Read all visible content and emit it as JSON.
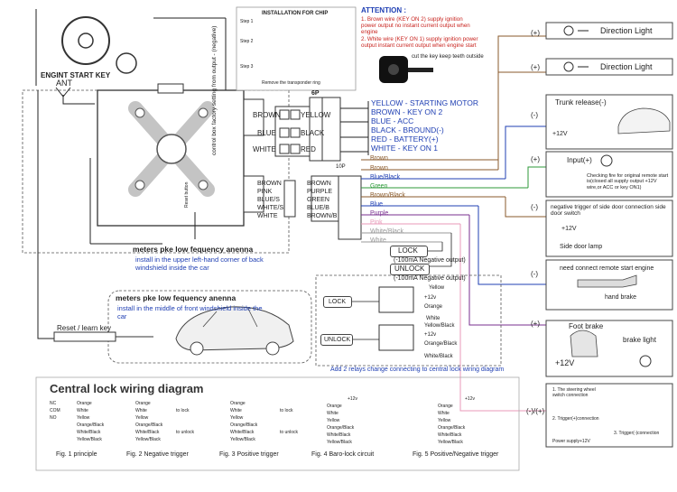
{
  "install_chip": {
    "title": "INSTALLATION FOR CHIP",
    "step1": "Step 1",
    "step2": "Step 2",
    "step3": "Step 3",
    "remove_text": "Remove the transponder ring"
  },
  "engine_start": {
    "label": "ENGINT START KEY",
    "ant": "ANT"
  },
  "attention": {
    "title": "ATTENTION :",
    "note1": "1. Brown wire (KEY ON 2) supply ignition power output no instant current output when engine",
    "note2": "2. White wire (KEY ON 1) supply ignition power output instant current output when engine start",
    "key_note": "cut the key keep teeth outside"
  },
  "control_box": {
    "label": "control box factory setting from output - (negative)",
    "reset_button": "Reset button"
  },
  "connector_6p": {
    "pin_label": "6P",
    "left": [
      "BROWN",
      "BLUE",
      "WHITE"
    ],
    "right": [
      "YELLOW",
      "BLACK",
      "RED"
    ]
  },
  "main_wires": [
    "YELLOW - STARTING MOTOR",
    "BROWN - KEY ON 2",
    "BLUE - ACC",
    "BLACK - BROUND(-)",
    "RED - BATTERY(+)",
    "WHITE - KEY ON 1"
  ],
  "connector_10p": {
    "pin_label": "10P",
    "left": [
      "BROWN",
      "PINK",
      "BLUE/S",
      "WHITE/S",
      "WHITE"
    ],
    "right": [
      "BROWN",
      "PURPLE",
      "GREEN",
      "BLUE/B",
      "BROWN/B"
    ]
  },
  "aux_wires": [
    "Brown",
    "Brown",
    "Blue/Black",
    "Green",
    "Brown/Black",
    "Blue",
    "Purple",
    "Pink",
    "White/Black",
    "White"
  ],
  "lock_outputs": {
    "lock": "LOCK",
    "lock_note": "(-100mA Negative output)",
    "unlock": "UNLOCK",
    "unlock_note": "(-100mA Negative output)"
  },
  "antenna1": {
    "title": "meters pke low fequency anenna",
    "desc": "install in the upper left-hand corner of back windshield inside the car"
  },
  "antenna2": {
    "title": "meters pke low fequency anenna",
    "desc": "install in the middle of front windshield inside the car"
  },
  "reset_key": "Reset / learn key",
  "relays": {
    "lock": "LOCK",
    "unlock": "UNLOCK",
    "yellow": "Yellow",
    "v12": "+12v",
    "orange": "Orange",
    "white": "White",
    "yellow_black": "Yellow/Black",
    "orange_black": "Orange/Black",
    "white_black": "White/Black",
    "note": "Add 2 relays change connecting to central lock wiring diagram"
  },
  "right_panel": {
    "direction1": "Direction Light",
    "direction2": "Direction Light",
    "trunk": "Trunk release(-)",
    "trunk_v": "+12V",
    "input": "Input(+)",
    "input_note": "Checking fire for original remote start is(closed all supply output +12V wire,or ACC or key ON1)",
    "door_trigger": "negative trigger of side door connection  side door switch",
    "door_v": "+12V",
    "door_lamp": "Side door lamp",
    "remote_start": "need connect remote start engine",
    "hand_brake": "hand brake",
    "foot_brake": "Foot brake",
    "brake_light": "brake light",
    "brake_v": "+12V",
    "steering1": "1. The steering wheel switch connection",
    "steering2": "2. Trigger(+)connection",
    "steering3": "3. Trigger(-)connection",
    "power_supply": "Power supply+12V"
  },
  "polarity": {
    "pos": "(+)",
    "neg": "(-)",
    "both": "(-)/(+)"
  },
  "central_lock": {
    "title": "Central lock wiring diagram",
    "figs": [
      "Fig. 1  principle",
      "Fig. 2  Negative trigger",
      "Fig. 3  Positive trigger",
      "Fig. 4  Baro-lock circuit",
      "Fig. 5  Positive/Negative trigger"
    ],
    "rows": [
      "Orange",
      "White",
      "Yellow",
      "Orange/Black",
      "White/Black",
      "Yellow/Black"
    ],
    "nc": "NC",
    "com": "COM",
    "no": "NO",
    "to_lock": "to lock",
    "to_unlock": "to unlock",
    "v12": "+12v"
  },
  "colors": {
    "blue": "#1f3fb3",
    "red": "#c8231e",
    "green": "#2e9a3a",
    "purple": "#7a2f8f",
    "brown": "#8a5a2b",
    "pink": "#e89ab8",
    "gray": "#9a9a9a",
    "black": "#222222"
  }
}
